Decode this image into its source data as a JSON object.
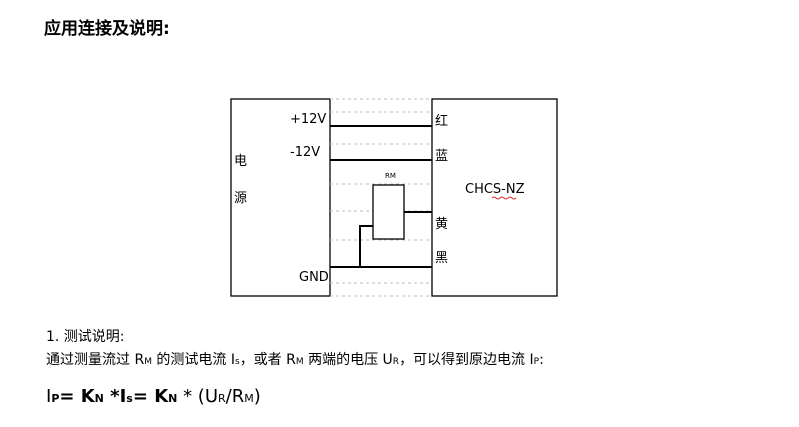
{
  "heading": "应用连接及说明:",
  "diagram": {
    "power_label": [
      "电",
      "源"
    ],
    "pins_left": [
      "+12V",
      "-12V",
      "GND"
    ],
    "pins_right": [
      "红",
      "蓝",
      "黄",
      "黑"
    ],
    "device": "CHCS-NZ",
    "resistor": "RM"
  },
  "section_title": "1. 测试说明:",
  "description": {
    "p1": "通过测量流过 R",
    "s1": "M",
    "p2": " 的测试电流 I",
    "s2": "s",
    "p3": "，或者 R",
    "s3": "M",
    "p4": " 两端的电压 U",
    "s4": "R",
    "p5": "，可以得到原边电流 I",
    "s5": "P",
    "p6": ":"
  },
  "formula": {
    "a": "I",
    "a_sub": "P",
    "b": "= K",
    "b_sub": "N",
    "c": " *I",
    "c_sub": "s",
    "d": "= K",
    "d_sub": "N",
    "e": " *  (U",
    "e_sub": "R",
    "f": "/R",
    "f_sub": "M",
    "g": ")"
  }
}
